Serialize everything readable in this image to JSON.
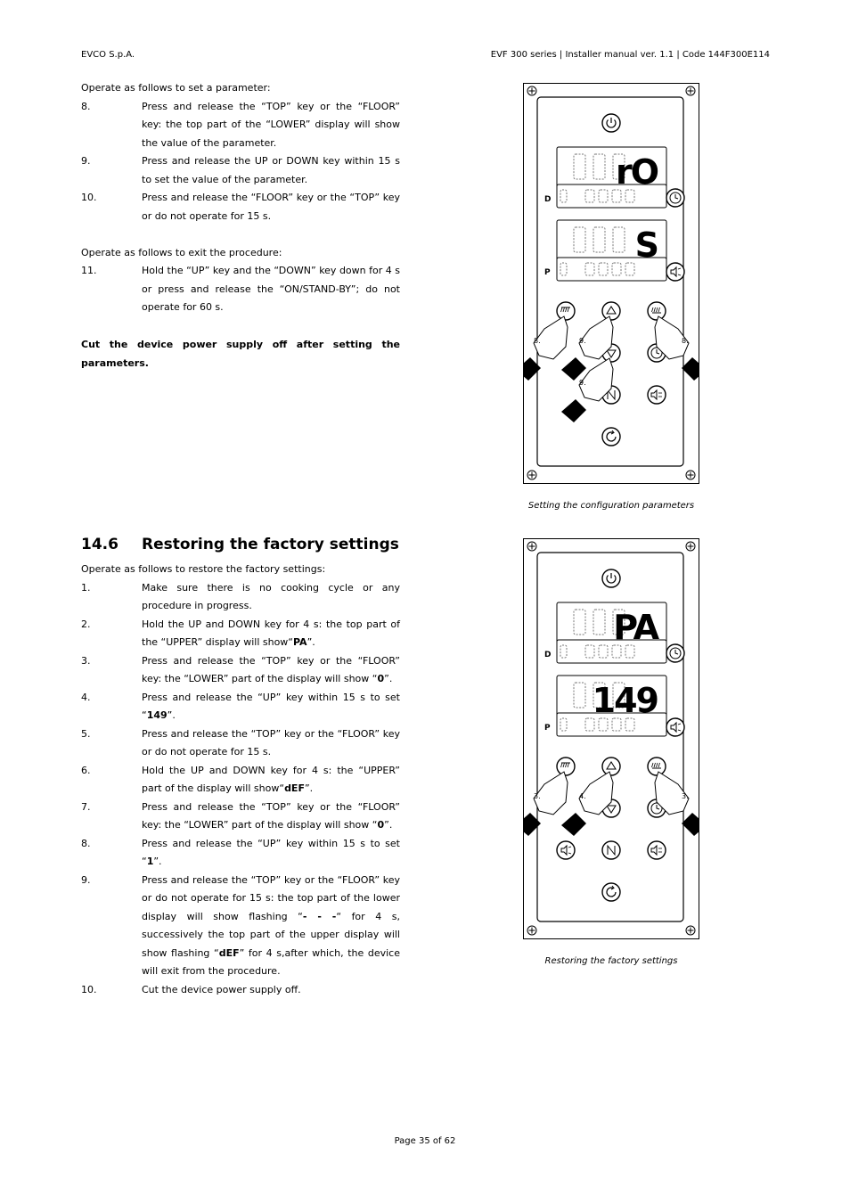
{
  "header": {
    "company": "EVCO S.p.A.",
    "doc_info": "EVF 300 series | Installer manual ver. 1.1 | Code 144F300E114"
  },
  "footer": {
    "page": "Page 35 of 62"
  },
  "set_param": {
    "intro": "Operate as follows to set a parameter:",
    "steps": [
      {
        "num": "8.",
        "text": "Press and release the “TOP” key or the “FLOOR” key: the top part of the “LOWER” display will show the value of the parameter."
      },
      {
        "num": "9.",
        "text": "Press and release the UP or DOWN key within 15 s to set the value of the parameter."
      },
      {
        "num": "10.",
        "text": "Press and release the “FLOOR” key or the “TOP” key or do not operate for 15 s."
      }
    ],
    "exit_intro": "Operate as follows to exit the procedure:",
    "exit_steps": [
      {
        "num": "11.",
        "text": "Hold the “UP” key and the “DOWN” key down for 4 s or press and release the “ON/STAND-BY”; do not operate for 60 s."
      }
    ],
    "warning": "Cut the device power supply off after setting the parameters."
  },
  "section": {
    "number": "14.6",
    "title": "Restoring the factory settings",
    "intro": "Operate as follows to restore the factory settings:",
    "steps": [
      {
        "num": "1.",
        "pre": "Make sure there is no cooking cycle or any procedure in progress."
      },
      {
        "num": "2.",
        "pre": "Hold the UP and DOWN key for 4 s: the top part of the “UPPER” display will show“",
        "bold": "PA",
        "post": "”."
      },
      {
        "num": "3.",
        "pre": "Press and release the “TOP” key or the “FLOOR” key: the “LOWER” part of the display will show “",
        "bold": "0",
        "post": "”."
      },
      {
        "num": "4.",
        "pre": "Press and release the “UP” key within 15 s to set “",
        "bold": "149",
        "post": "”."
      },
      {
        "num": "5.",
        "pre": "Press and release the “TOP” key or the “FLOOR” key or do not operate for 15 s."
      },
      {
        "num": "6.",
        "pre": "Hold the UP and DOWN key for 4 s: the “UPPER” part of the display will show“",
        "bold": "dEF",
        "post": "”."
      },
      {
        "num": "7.",
        "pre": "Press and release the “TOP” key or the “FLOOR” key: the “LOWER” part of the display will show “",
        "bold": "0",
        "post": "”."
      },
      {
        "num": "8.",
        "pre": "Press and release the “UP” key within 15 s to set “",
        "bold": "1",
        "post": "”."
      },
      {
        "num": "9.",
        "pre": "Press and release the “TOP” key or the “FLOOR” key or do not operate for 15 s: the top part of the lower display will show flashing “",
        "bold": "- - -",
        "post": "“ for 4 s, successively the top part of the upper display will show flashing “",
        "bold2": "dEF",
        "post2": "” for 4 s,after which, the device will exit from the procedure."
      },
      {
        "num": "10.",
        "pre": "Cut the device power supply off."
      }
    ]
  },
  "figures": [
    {
      "caption": "Setting the configuration parameters",
      "upper_display": "rO",
      "lower_display": "S",
      "hand_labels": [
        "8.",
        "9.",
        "8.",
        "9."
      ]
    },
    {
      "caption": "Restoring the factory settings",
      "upper_display": "PA",
      "lower_display": "149",
      "hand_labels": [
        "3.",
        "4.",
        "3."
      ]
    }
  ]
}
